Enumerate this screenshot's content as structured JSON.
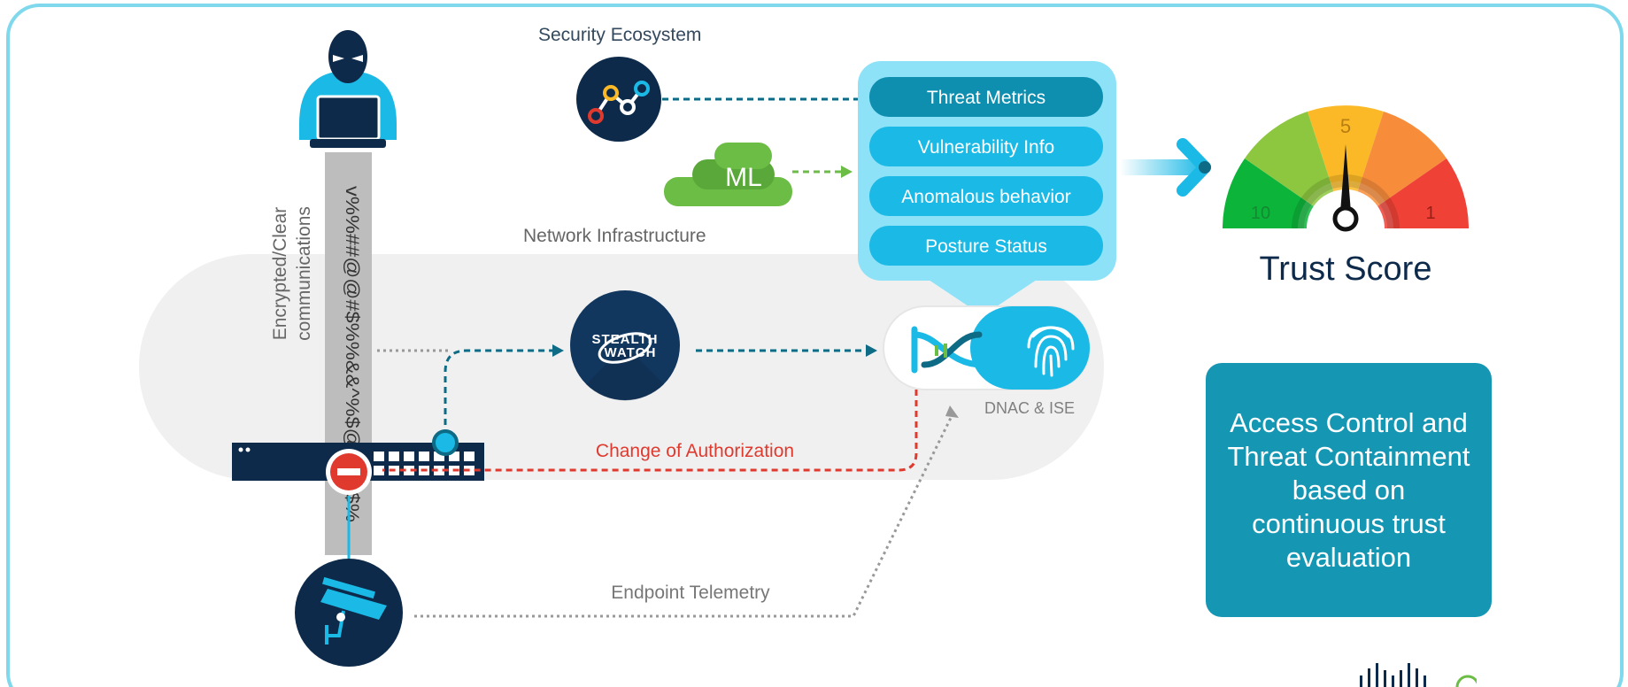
{
  "labels": {
    "security_ecosystem": "Security Ecosystem",
    "ml": "ML",
    "network_infrastructure": "Network Infrastructure",
    "encrypted_line1": "Encrypted/Clear",
    "encrypted_line2": "communications",
    "encrypted_data": "v%%##@@#$%%&&^%$@@@$%",
    "stealthwatch_line1": "STEALTH",
    "stealthwatch_line2": "WATCH",
    "dnac_ise": "DNAC & ISE",
    "change_of_authorization": "Change of Authorization",
    "endpoint_telemetry": "Endpoint Telemetry",
    "trust_score": "Trust Score",
    "access_control": "Access Control and Threat Containment based on continuous trust evaluation"
  },
  "metrics": [
    "Threat Metrics",
    "Vulnerability Info",
    "Anomalous behavior",
    "Posture Status"
  ],
  "gauge": {
    "low_label": "10",
    "mid_label": "5",
    "high_label": "1",
    "value": 5,
    "colors": [
      "#0db43a",
      "#8dc63f",
      "#fbb927",
      "#f78d3a",
      "#ef4136"
    ]
  },
  "colors": {
    "frame": "#7fd8ec",
    "dark_navy": "#0d2a4a",
    "teal": "#0e6b86",
    "cyan": "#1ab9e6",
    "coa_red": "#e03a2f",
    "ml_green": "#6cbd45",
    "box_teal": "#1597b4"
  },
  "icons": [
    "hacker-icon",
    "laptop-icon",
    "ecosystem-graph-icon",
    "ml-cloud-icon",
    "stealthwatch-icon",
    "dna-icon",
    "fingerprint-icon",
    "switch-icon",
    "block-icon",
    "camera-icon",
    "cisco-logo-icon"
  ]
}
